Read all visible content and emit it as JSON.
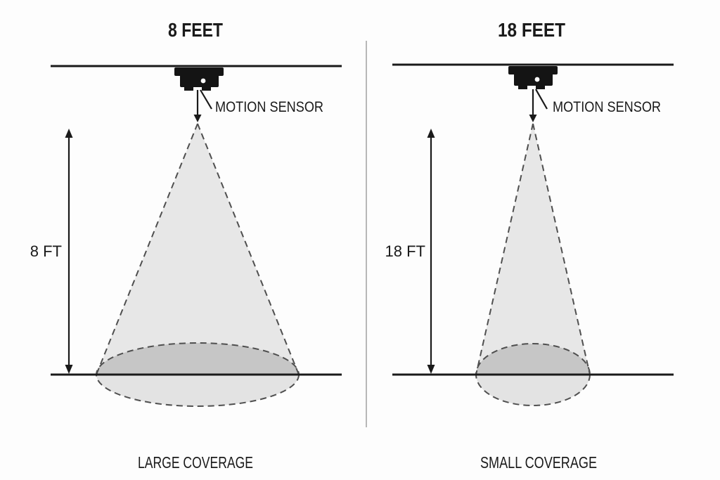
{
  "panels": {
    "left": {
      "heading": "8 FEET",
      "sensor_label": "MOTION SENSOR",
      "height_label": "8 FT",
      "coverage_label": "LARGE COVERAGE"
    },
    "right": {
      "heading": "18 FEET",
      "sensor_label": "MOTION SENSOR",
      "height_label": "18 FT",
      "coverage_label": "SMALL COVERAGE"
    }
  },
  "colors": {
    "ink": "#1a1a1a",
    "cone_fill": "#e4e4e4",
    "ellipse_top_fill": "#c6c6c6",
    "ellipse_bottom_fill": "#e0e0e0",
    "dash_stroke": "#4f4f4f",
    "divider": "#b8b8b8",
    "background": "#fdfdfd",
    "sensor": "#141414"
  }
}
